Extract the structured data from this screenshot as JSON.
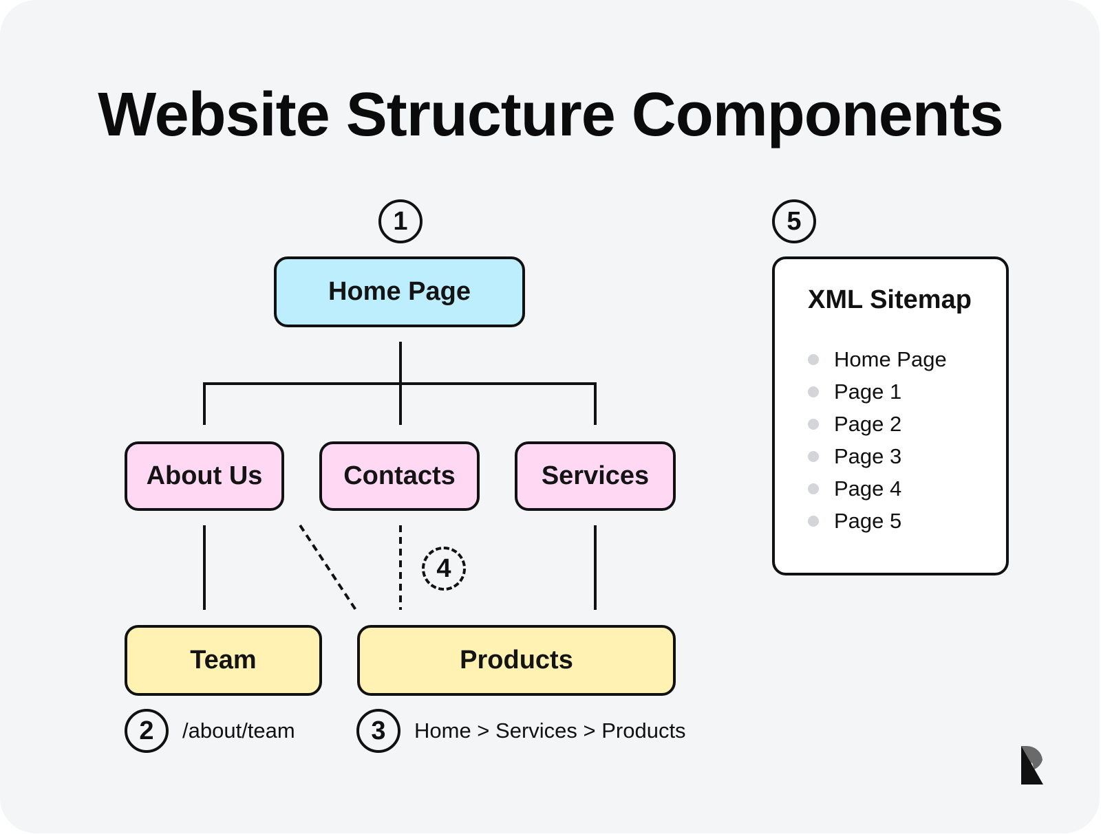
{
  "title": "Website Structure Components",
  "markers": {
    "one": "1",
    "two": "2",
    "three": "3",
    "four": "4",
    "five": "5"
  },
  "tree": {
    "root": "Home Page",
    "level2": [
      "About Us",
      "Contacts",
      "Services"
    ],
    "level3": [
      "Team",
      "Products"
    ]
  },
  "captions": {
    "url": "/about/team",
    "breadcrumb": "Home > Services > Products"
  },
  "sitemap": {
    "title": "XML Sitemap",
    "items": [
      "Home Page",
      "Page 1",
      "Page 2",
      "Page 3",
      "Page 4",
      "Page 5"
    ]
  },
  "colors": {
    "background": "#f4f5f7",
    "root_fill": "#bdeefe",
    "level2_fill": "#ffd9f4",
    "level3_fill": "#fff2b3",
    "bullet": "#d4d5d8"
  },
  "logo": "brand-logo"
}
